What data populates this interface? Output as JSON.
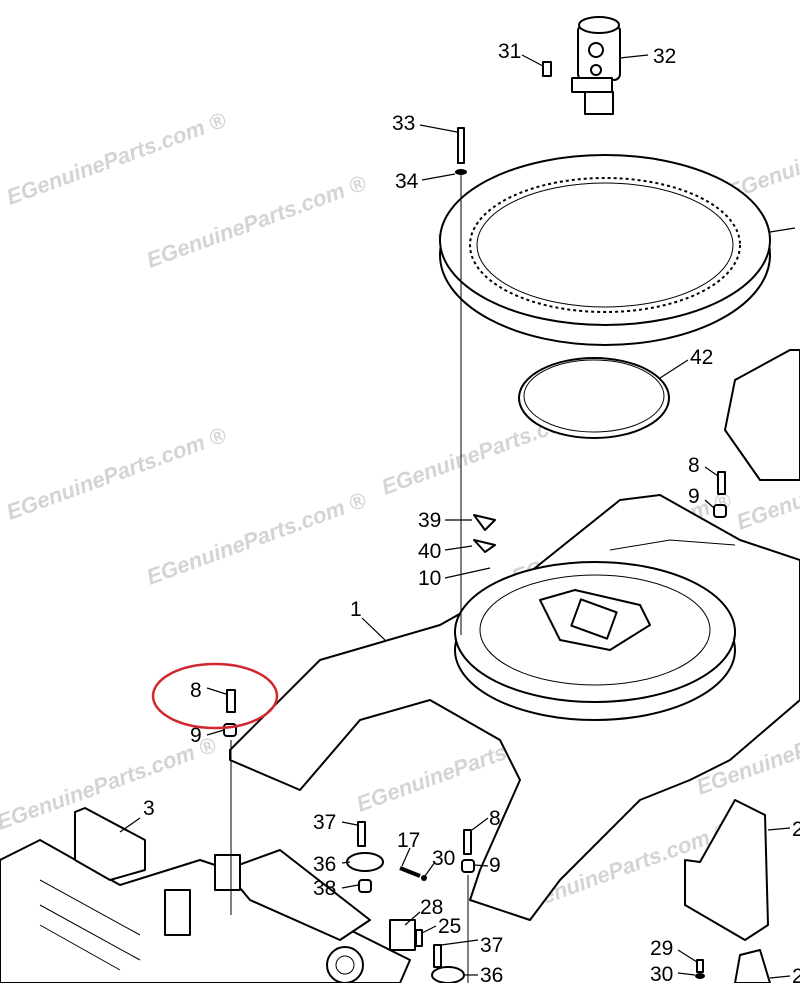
{
  "watermark": "EGenuineParts.com ®",
  "highlight_color": "#d0282e",
  "callouts": [
    {
      "id": "c31",
      "label": "31"
    },
    {
      "id": "c32",
      "label": "32"
    },
    {
      "id": "c33",
      "label": "33"
    },
    {
      "id": "c34",
      "label": "34"
    },
    {
      "id": "c42",
      "label": "42"
    },
    {
      "id": "c8a",
      "label": "8"
    },
    {
      "id": "c9a",
      "label": "9"
    },
    {
      "id": "c39",
      "label": "39"
    },
    {
      "id": "c40",
      "label": "40"
    },
    {
      "id": "c10",
      "label": "10"
    },
    {
      "id": "c1",
      "label": "1"
    },
    {
      "id": "c8b",
      "label": "8"
    },
    {
      "id": "c9b",
      "label": "9"
    },
    {
      "id": "c3",
      "label": "3"
    },
    {
      "id": "c37a",
      "label": "37"
    },
    {
      "id": "c36a",
      "label": "36"
    },
    {
      "id": "c38",
      "label": "38"
    },
    {
      "id": "c17",
      "label": "17"
    },
    {
      "id": "c30a",
      "label": "30"
    },
    {
      "id": "c8c",
      "label": "8"
    },
    {
      "id": "c9c",
      "label": "9"
    },
    {
      "id": "c28",
      "label": "28"
    },
    {
      "id": "c25",
      "label": "25"
    },
    {
      "id": "c37b",
      "label": "37"
    },
    {
      "id": "c36b",
      "label": "36"
    },
    {
      "id": "c29",
      "label": "29"
    },
    {
      "id": "c30b",
      "label": "30"
    },
    {
      "id": "c2a",
      "label": "2"
    },
    {
      "id": "c2b",
      "label": "2"
    }
  ]
}
